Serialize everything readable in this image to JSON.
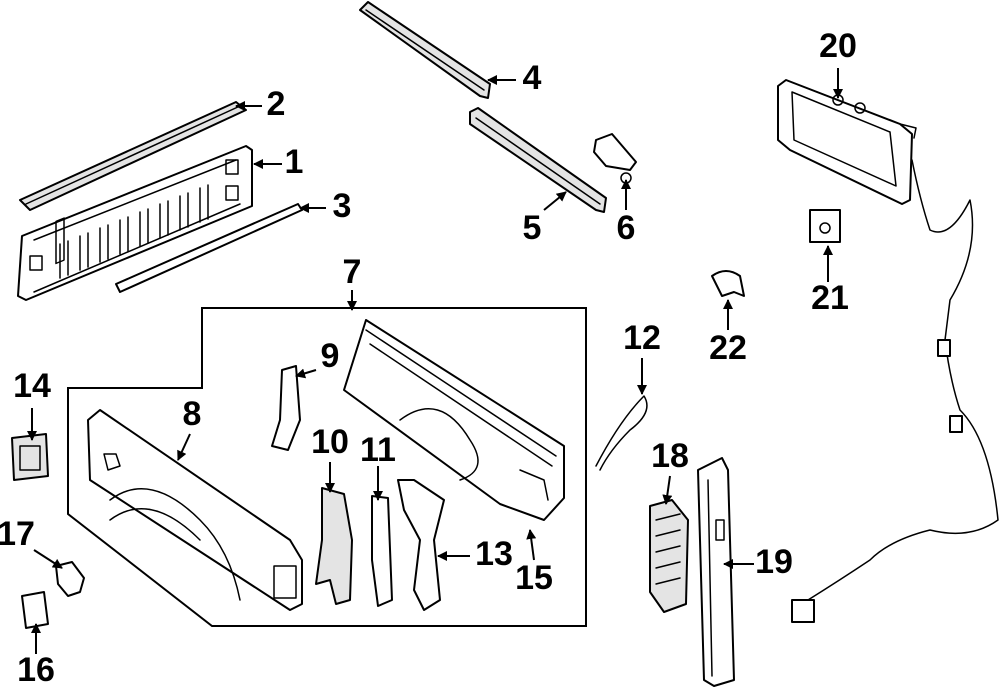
{
  "callouts": {
    "c1": "1",
    "c2": "2",
    "c3": "3",
    "c4": "4",
    "c5": "5",
    "c6": "6",
    "c7": "7",
    "c8": "8",
    "c9": "9",
    "c10": "10",
    "c11": "11",
    "c12": "12",
    "c13": "13",
    "c14": "14",
    "c15": "15",
    "c16": "16",
    "c17": "17",
    "c18": "18",
    "c19": "19",
    "c20": "20",
    "c21": "21",
    "c22": "22"
  },
  "colors": {
    "line": "#000000",
    "background": "#ffffff",
    "part_shade": "#e4e4e4"
  }
}
